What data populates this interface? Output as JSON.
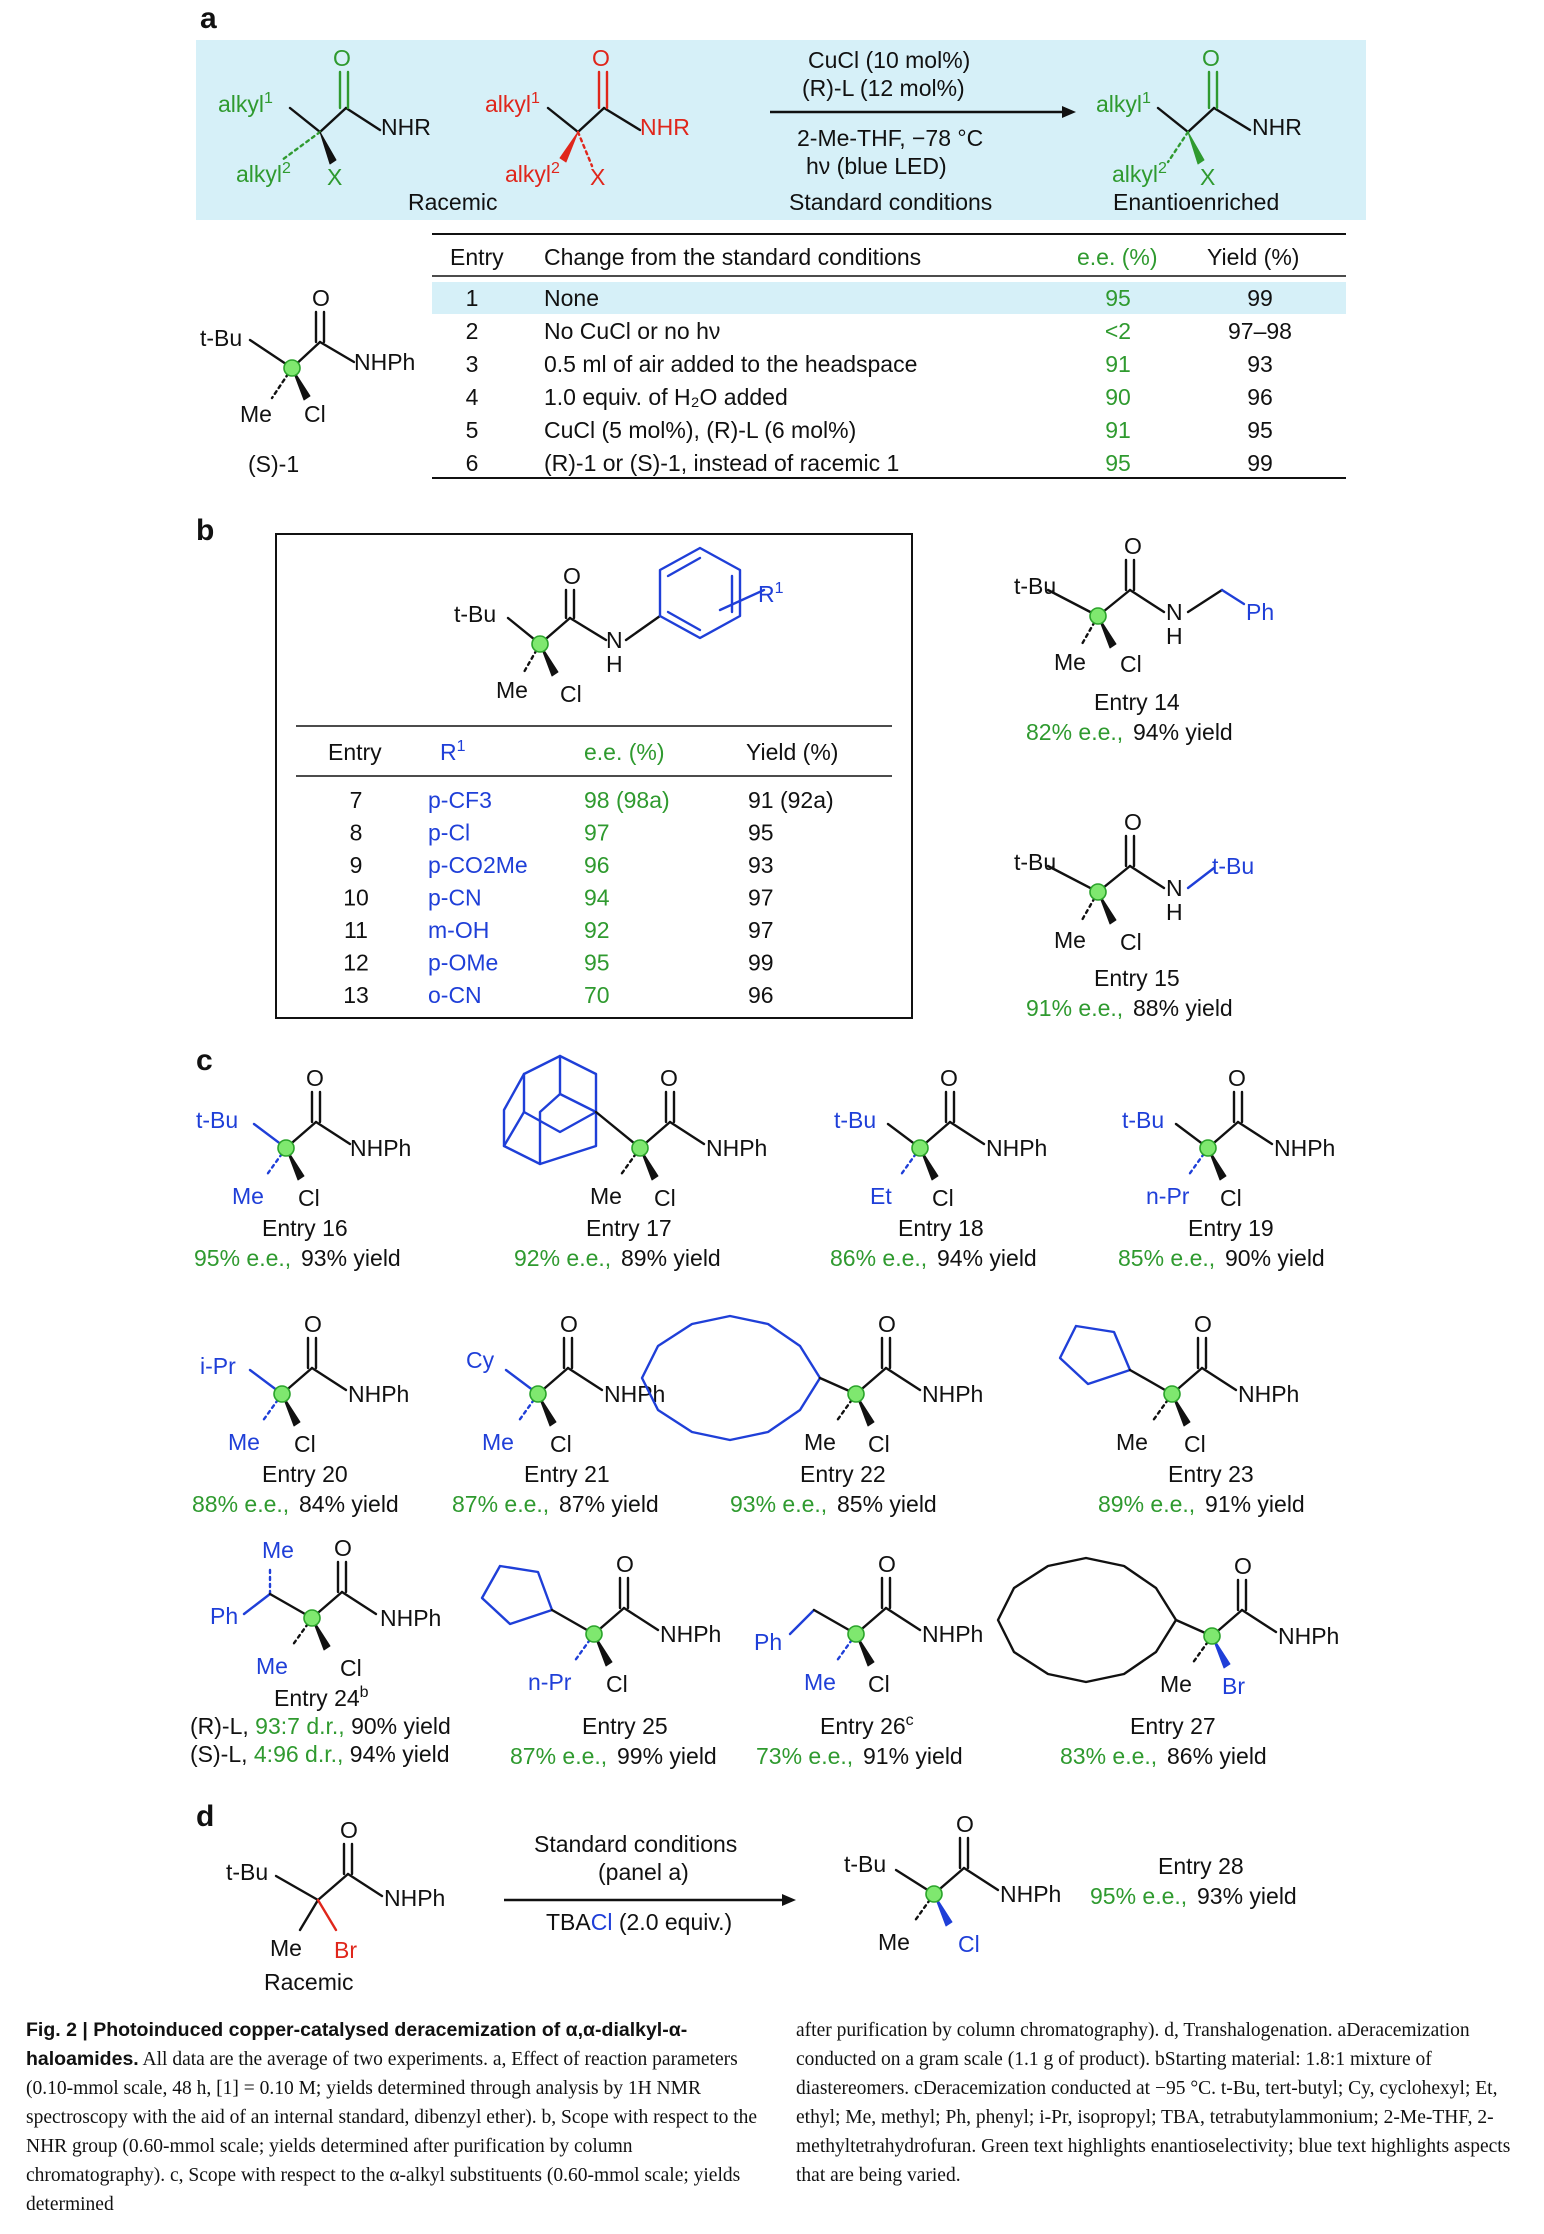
{
  "panel_a": {
    "label": "a",
    "scheme": {
      "reagents_above": [
        "CuCl (10 mol%)",
        "(R)-L (12 mol%)"
      ],
      "reagents_below": [
        "2-Me-THF, −78 °C",
        "hν (blue LED)"
      ],
      "standard_conditions": "Standard conditions",
      "racemic": "Racemic",
      "enantioenriched": "Enantioenriched"
    },
    "substrate_label": "(S)-1",
    "table": {
      "headers": [
        "Entry",
        "Change from the standard conditions",
        "e.e. (%)",
        "Yield (%)"
      ],
      "rows": [
        {
          "entry": "1",
          "change": "None",
          "ee": "95",
          "yield": "99"
        },
        {
          "entry": "2",
          "change": "No CuCl or no hν",
          "ee": "<2",
          "yield": "97–98"
        },
        {
          "entry": "3",
          "change": "0.5 ml of air added to the headspace",
          "ee": "91",
          "yield": "93"
        },
        {
          "entry": "4",
          "change": "1.0 equiv. of H₂O added",
          "ee": "90",
          "yield": "96"
        },
        {
          "entry": "5",
          "change": "CuCl (5 mol%), (R)-L (6 mol%)",
          "ee": "91",
          "yield": "95"
        },
        {
          "entry": "6",
          "change": "(R)-1 or (S)-1, instead of racemic 1",
          "ee": "95",
          "yield": "99"
        }
      ]
    }
  },
  "panel_b": {
    "label": "b",
    "table": {
      "headers": [
        "Entry",
        "R1",
        "e.e. (%)",
        "Yield (%)"
      ],
      "rows": [
        {
          "entry": "7",
          "r1": "p-CF3",
          "ee": "98 (98a)",
          "yield": "91 (92a)"
        },
        {
          "entry": "8",
          "r1": "p-Cl",
          "ee": "97",
          "yield": "95"
        },
        {
          "entry": "9",
          "r1": "p-CO2Me",
          "ee": "96",
          "yield": "93"
        },
        {
          "entry": "10",
          "r1": "p-CN",
          "ee": "94",
          "yield": "97"
        },
        {
          "entry": "11",
          "r1": "m-OH",
          "ee": "92",
          "yield": "97"
        },
        {
          "entry": "12",
          "r1": "p-OMe",
          "ee": "95",
          "yield": "99"
        },
        {
          "entry": "13",
          "r1": "o-CN",
          "ee": "70",
          "yield": "96"
        }
      ]
    },
    "side_entries": [
      {
        "entry": "Entry 14",
        "ee": "82% e.e.,",
        "yield": "94% yield"
      },
      {
        "entry": "Entry 15",
        "ee": "91% e.e.,",
        "yield": "88% yield"
      }
    ]
  },
  "panel_c": {
    "label": "c",
    "entries": [
      {
        "entry": "Entry 16",
        "ee": "95% e.e.,",
        "yield": "93% yield"
      },
      {
        "entry": "Entry 17",
        "ee": "92% e.e.,",
        "yield": "89% yield"
      },
      {
        "entry": "Entry 18",
        "ee": "86% e.e.,",
        "yield": "94% yield"
      },
      {
        "entry": "Entry 19",
        "ee": "85% e.e.,",
        "yield": "90% yield"
      },
      {
        "entry": "Entry 20",
        "ee": "88% e.e.,",
        "yield": "84% yield"
      },
      {
        "entry": "Entry 21",
        "ee": "87% e.e.,",
        "yield": "87% yield"
      },
      {
        "entry": "Entry 22",
        "ee": "93% e.e.,",
        "yield": "85% yield"
      },
      {
        "entry": "Entry 23",
        "ee": "89% e.e.,",
        "yield": "91% yield"
      },
      {
        "entry": "Entry 25",
        "ee": "87% e.e.,",
        "yield": "99% yield"
      },
      {
        "entry": "Entry 27",
        "ee": "83% e.e.,",
        "yield": "86% yield"
      }
    ],
    "entry24": {
      "entry": "Entry 24",
      "sup": "b",
      "lines": [
        {
          "lig": "(R)-L,",
          "dr": "93:7 d.r.,",
          "yield": "90% yield"
        },
        {
          "lig": "(S)-L,",
          "dr": "4:96 d.r.,",
          "yield": "94% yield"
        }
      ]
    },
    "entry26": {
      "entry": "Entry 26",
      "sup": "c",
      "ee": "73% e.e.,",
      "yield": "91% yield"
    }
  },
  "panel_d": {
    "label": "d",
    "conditions_above": [
      "Standard conditions",
      "(panel a)"
    ],
    "reagent_below": "TBACl (2.0 equiv.)",
    "racemic": "Racemic",
    "entry": "Entry 28",
    "ee": "95% e.e.,",
    "yield": "93% yield"
  },
  "caption": {
    "title": "Fig. 2 | Photoinduced copper-catalysed deracemization of α,α-dialkyl-α-haloamides.",
    "col1": "All data are the average of two experiments. a, Effect of reaction parameters (0.10-mmol scale, 48 h, [1] = 0.10 M; yields determined through analysis by 1H NMR spectroscopy with the aid of an internal standard, dibenzyl ether). b, Scope with respect to the NHR group (0.60-mmol scale; yields determined after purification by column chromatography). c, Scope with respect to the α-alkyl substituents (0.60-mmol scale; yields determined",
    "col2": "after purification by column chromatography). d, Transhalogenation. aDeracemization conducted on a gram scale (1.1 g of product). bStarting material: 1.8:1 mixture of diastereomers. cDeracemization conducted at −95 °C. t-Bu, tert-butyl; Cy, cyclohexyl; Et, ethyl; Me, methyl; Ph, phenyl; i-Pr, isopropyl; TBA, tetrabutylammonium; 2-Me-THF, 2-methyltetrahydrofuran. Green text highlights enantioselectivity; blue text highlights aspects that are being varied."
  },
  "colors": {
    "green": "#2f9a2f",
    "blue": "#1f3fd8",
    "red": "#e0261b",
    "scheme_bg": "#d6f0f8",
    "row_highlight": "#d6f0f8"
  }
}
